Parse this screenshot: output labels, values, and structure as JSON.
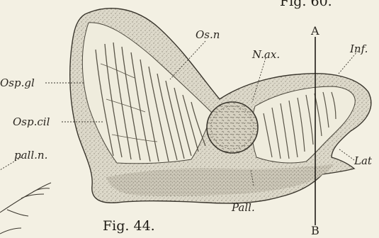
{
  "figure": {
    "caption": "Fig. 44.",
    "top_caption_fragment": "Fig. 60.",
    "section_line": {
      "top_label": "A",
      "bottom_label": "B"
    },
    "labels": {
      "os_n": "Os.n",
      "n_ax": "N.ax.",
      "inf": "Inf.",
      "osp_gl": "Osp.gl",
      "osp_cil": "Osp.cil",
      "pall_n": "pall.n.",
      "lat": "Lat",
      "pall": "Pall."
    }
  },
  "colors": {
    "paper": "#f3f0e3",
    "ink": "#2a2620",
    "tissue_shade": "#c9c5b6",
    "ganglion": "#bfb9a8"
  }
}
